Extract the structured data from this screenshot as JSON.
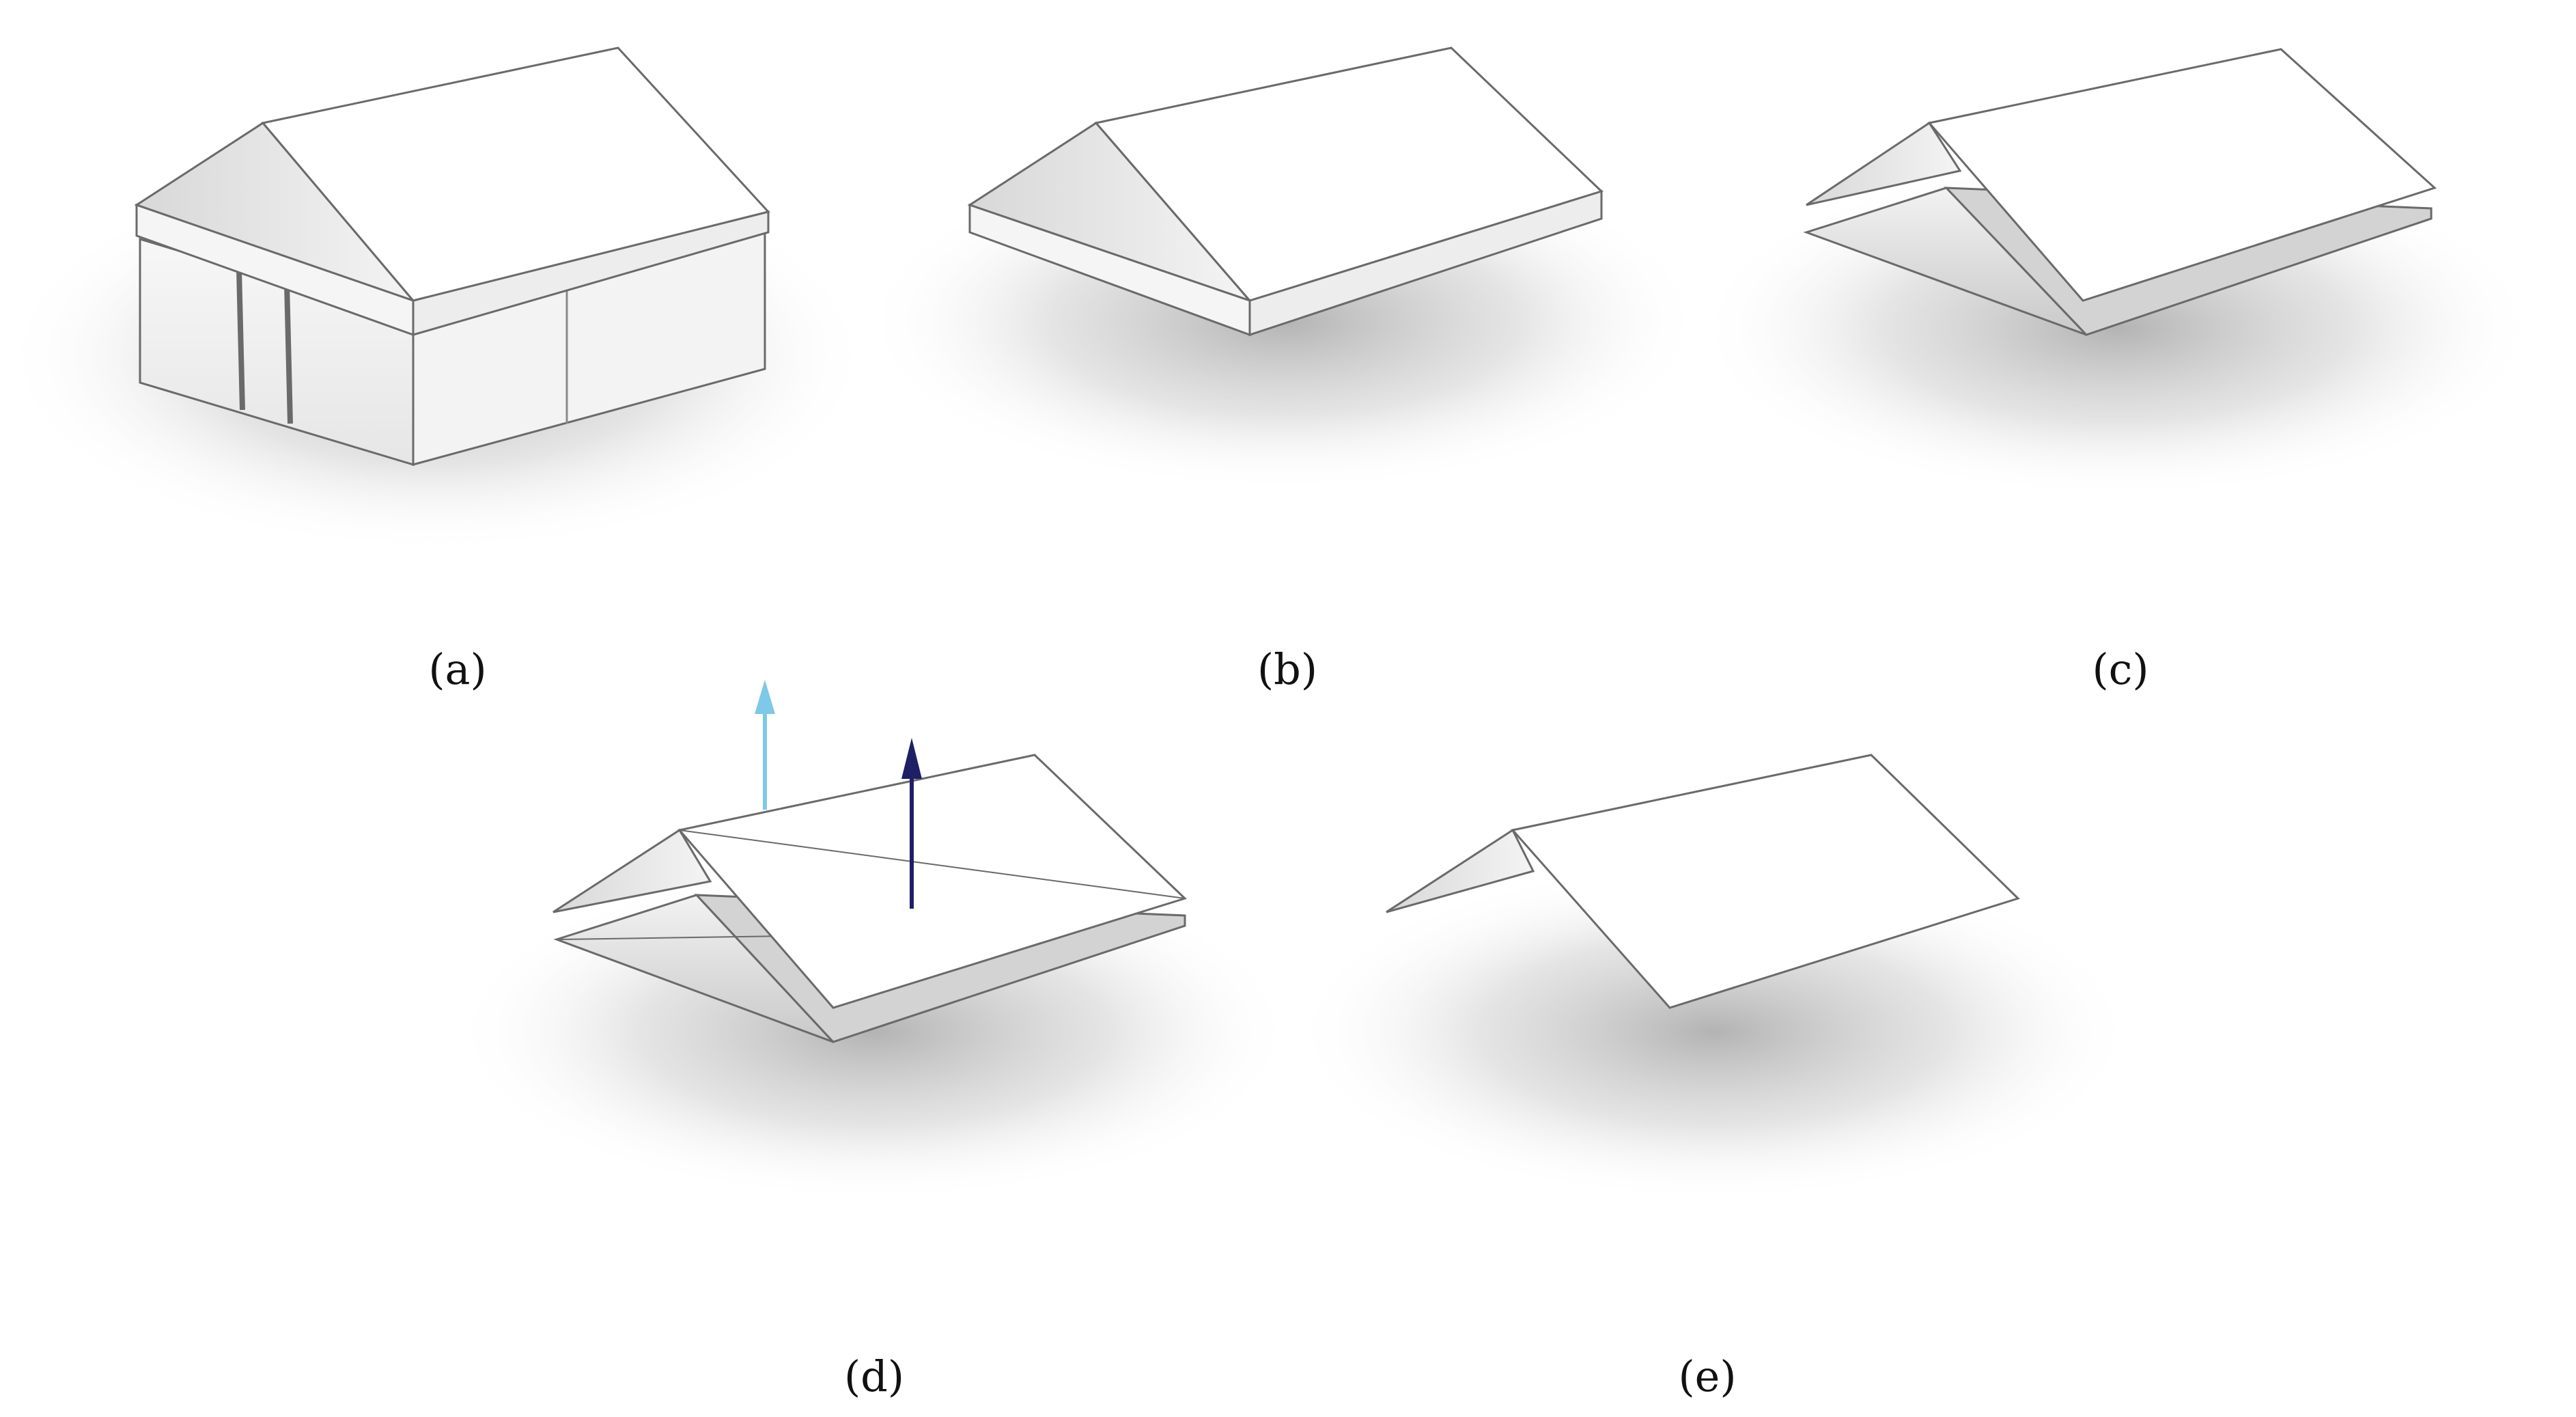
{
  "figure": {
    "panels": [
      {
        "id": "a",
        "label": "(a)"
      },
      {
        "id": "b",
        "label": "(b)"
      },
      {
        "id": "c",
        "label": "(c)"
      },
      {
        "id": "d",
        "label": "(d)"
      },
      {
        "id": "e",
        "label": "(e)"
      }
    ],
    "colors": {
      "edge": "#5a5a5a",
      "face_light": "#ffffff",
      "face_shade": "#e9e9e9",
      "face_dark": "#cfcfcf",
      "arrow_light_blue": "#7ec8e8",
      "arrow_navy": "#1f1f66"
    }
  }
}
